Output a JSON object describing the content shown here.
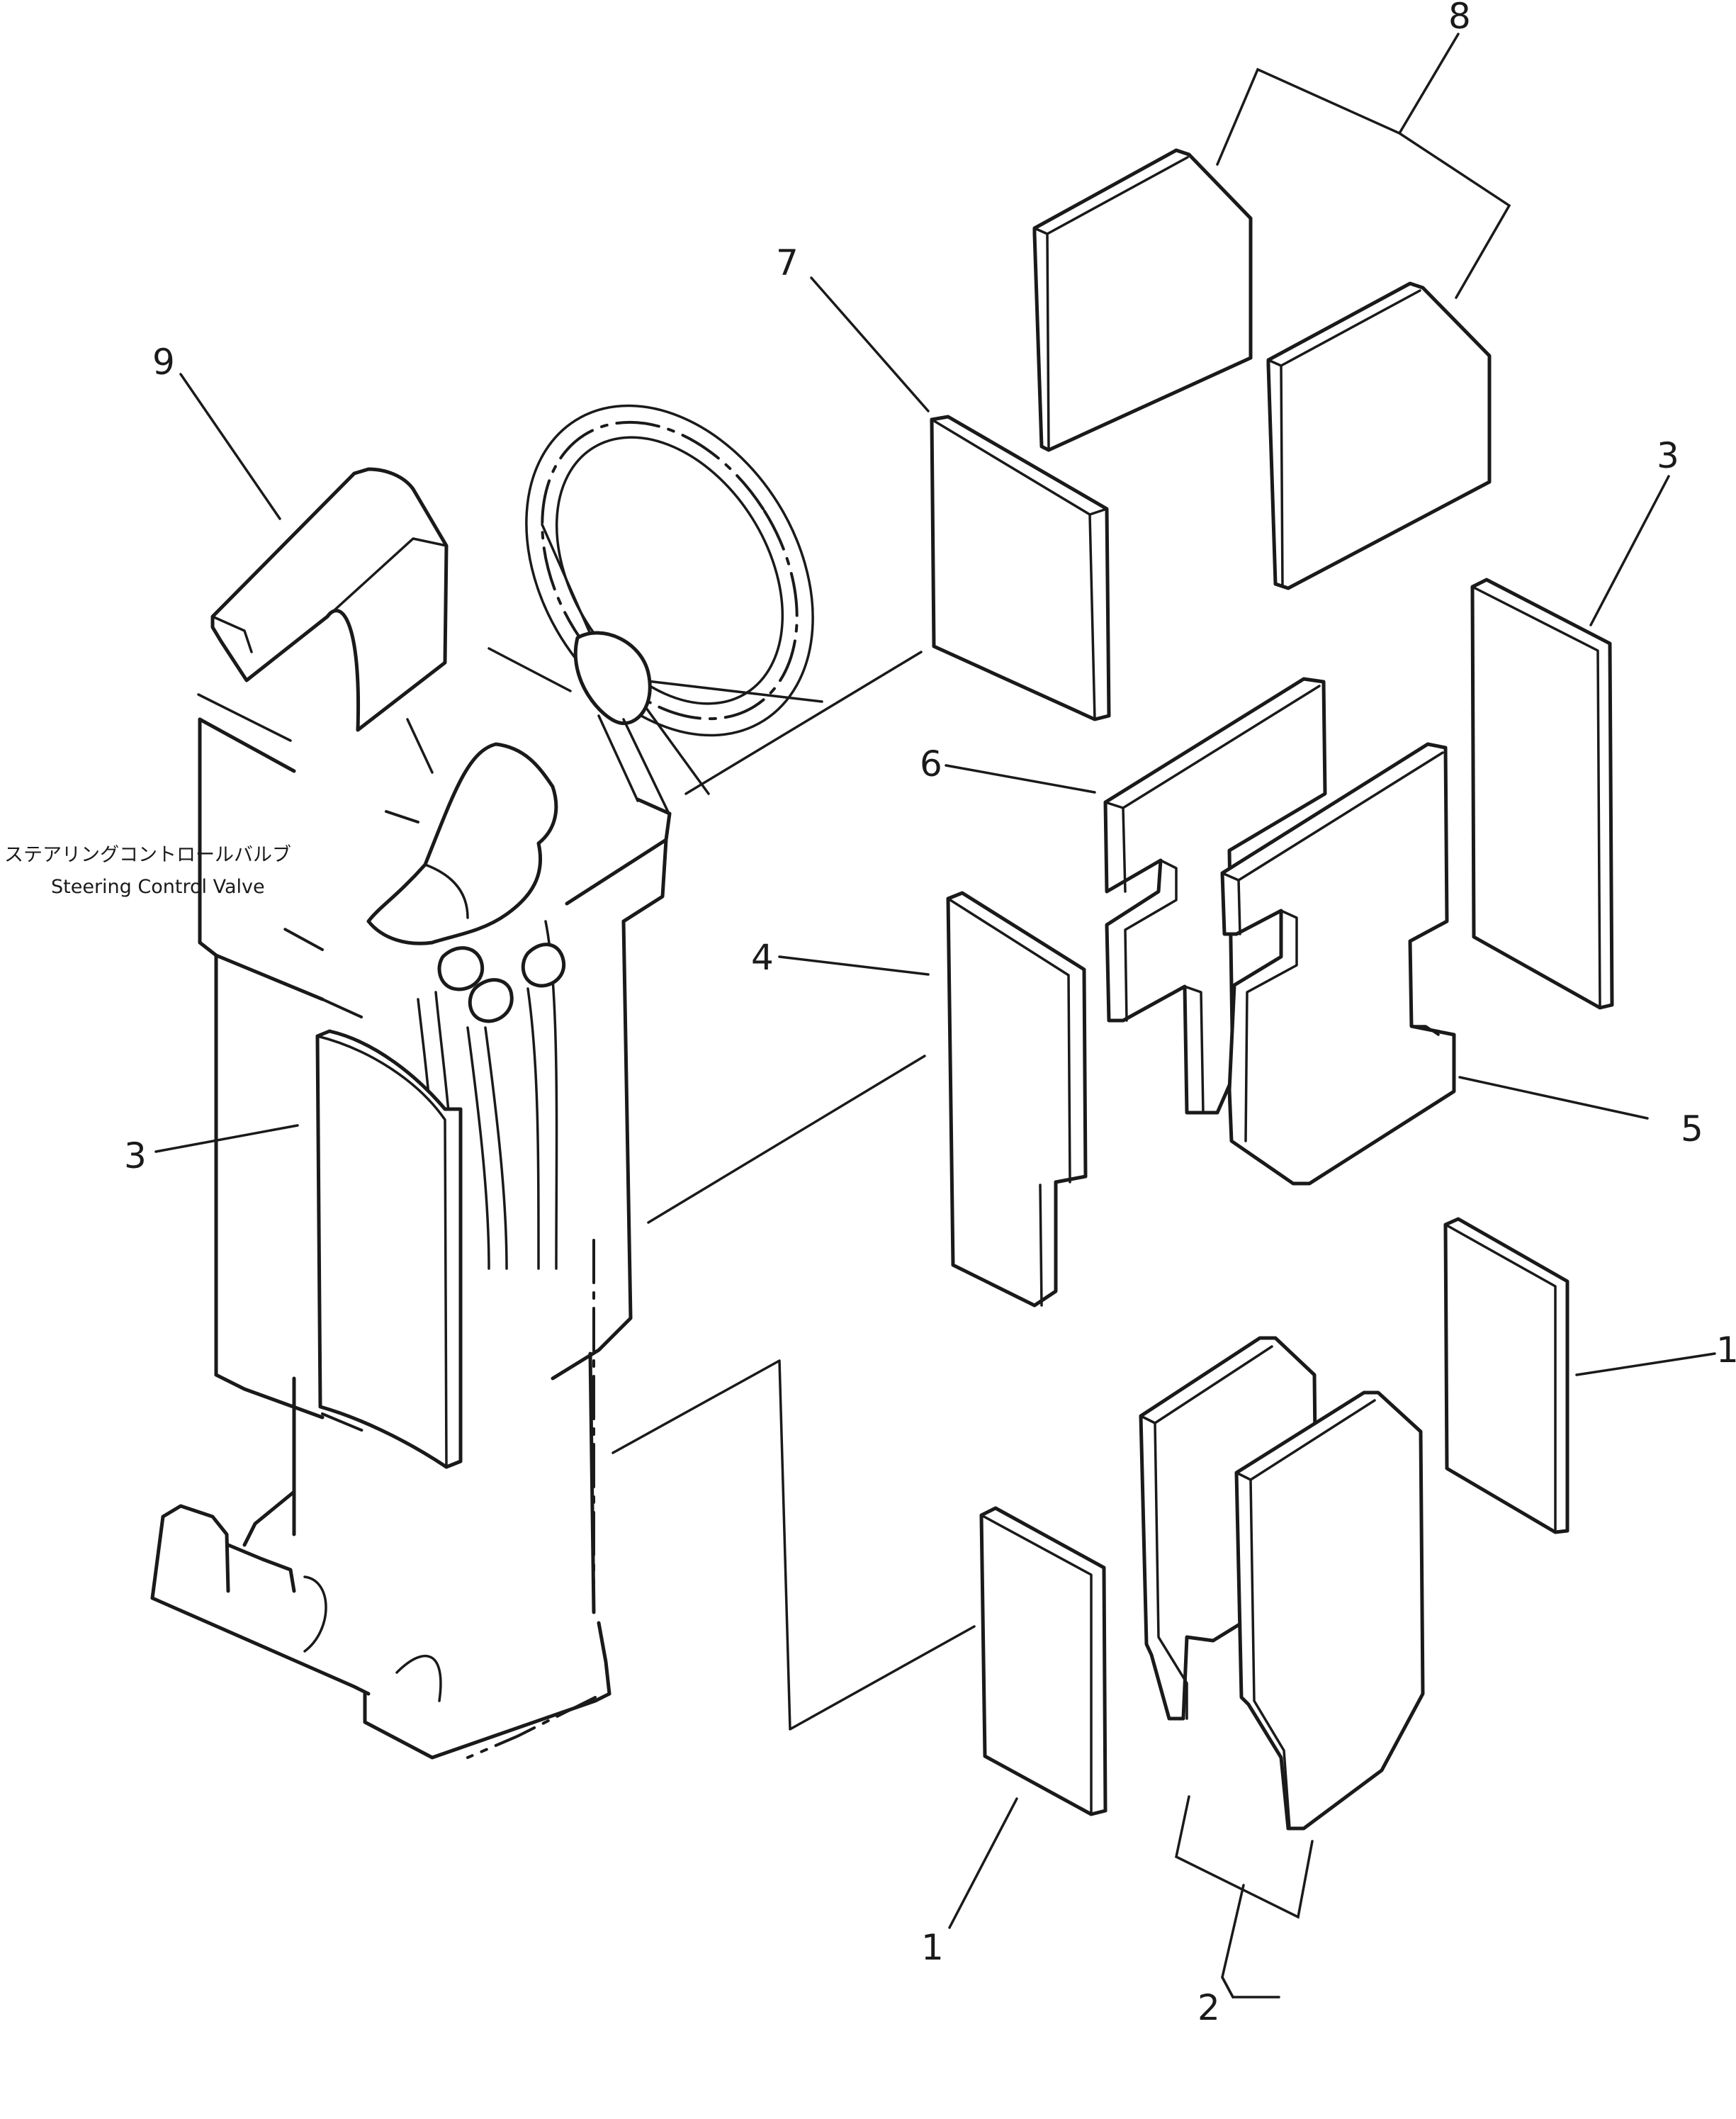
{
  "annotation": {
    "jp": "ステアリングコントロールバルブ",
    "en": "Steering Control Valve"
  },
  "callouts": {
    "c8": "8",
    "c7": "7",
    "c9": "9",
    "c3_right": "3",
    "c6": "6",
    "c4": "4",
    "c5": "5",
    "c3_left": "3",
    "c1_right": "1",
    "c1_bottom": "1",
    "c2": "2"
  }
}
